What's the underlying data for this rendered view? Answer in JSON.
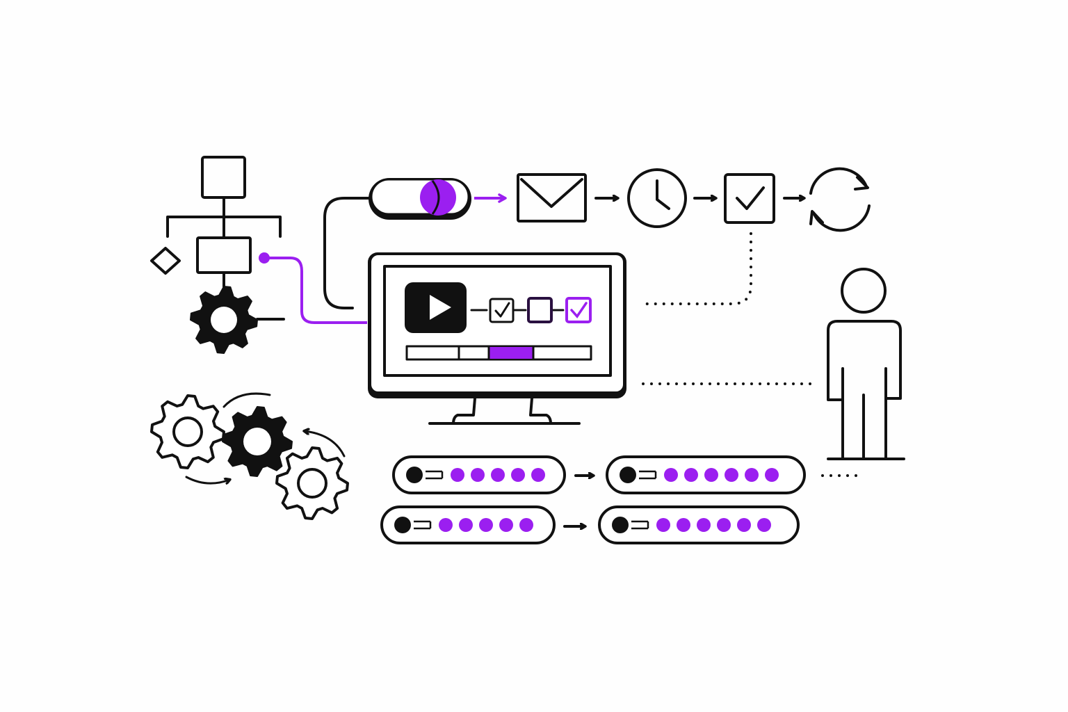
{
  "colors": {
    "ink": "#111111",
    "accent": "#9b1ff0",
    "background": "#fefefe"
  },
  "icons": [
    "org-chart-icon",
    "diamond-icon",
    "gear-icon",
    "toggle-icon",
    "envelope-icon",
    "clock-icon",
    "checkbox-icon",
    "refresh-icon",
    "monitor-icon",
    "play-icon",
    "person-icon",
    "gears-cluster-icon",
    "arrow-right-icon"
  ],
  "monitor": {
    "checkboxes": [
      true,
      false,
      true
    ],
    "progress_highlight_fraction": [
      0.45,
      0.69
    ]
  },
  "pipelines": [
    {
      "dots": 5
    },
    {
      "dots": 6
    },
    {
      "dots": 5
    },
    {
      "dots": 6
    }
  ]
}
